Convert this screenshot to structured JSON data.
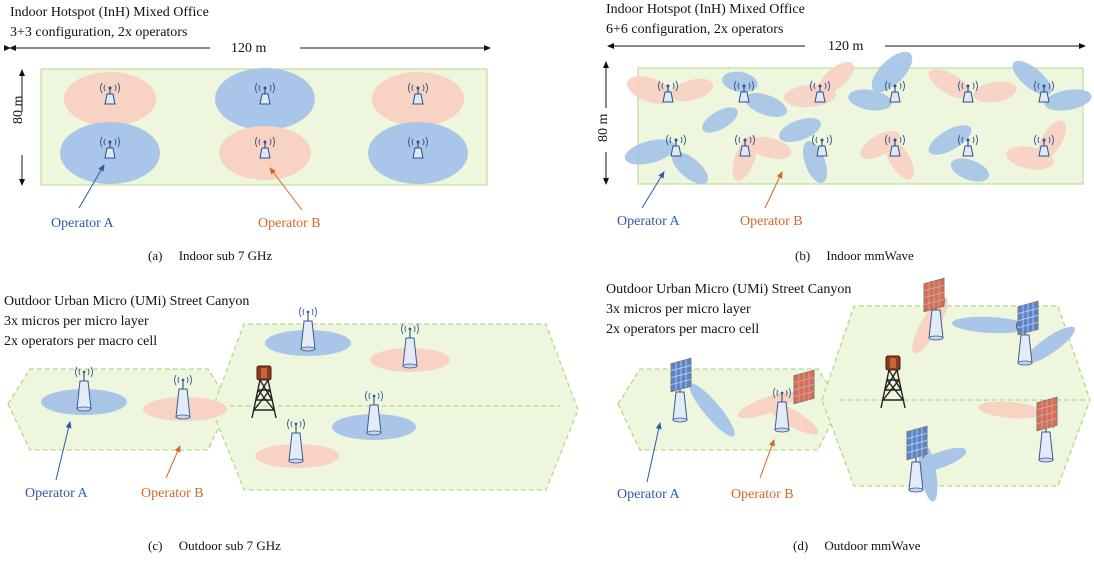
{
  "panel_a": {
    "title_line1": "Indoor Hotspot (InH) Mixed Office",
    "title_line2": "3+3 configuration, 2x operators",
    "width_label": "120 m",
    "height_label": "80 m",
    "operator_a": "Operator A",
    "operator_b": "Operator B",
    "caption_letter": "(a)",
    "caption": "Indoor sub 7 GHz"
  },
  "panel_b": {
    "title_line1": "Indoor Hotspot (InH) Mixed Office",
    "title_line2": "6+6 configuration, 2x operators",
    "width_label": "120 m",
    "height_label": "80 m",
    "operator_a": "Operator A",
    "operator_b": "Operator B",
    "caption_letter": "(b)",
    "caption": "Indoor mmWave"
  },
  "panel_c": {
    "title_line1": "Outdoor Urban Micro (UMi) Street Canyon",
    "title_line2": "3x micros per micro layer",
    "title_line3": "2x operators per macro cell",
    "operator_a": "Operator A",
    "operator_b": "Operator B",
    "caption_letter": "(c)",
    "caption": "Outdoor sub 7 GHz"
  },
  "panel_d": {
    "title_line1": "Outdoor Urban Micro (UMi) Street Canyon",
    "title_line2": "3x micros per micro layer",
    "title_line3": "2x operators per macro cell",
    "operator_a": "Operator A",
    "operator_b": "Operator B",
    "caption_letter": "(d)",
    "caption": "Outdoor mmWave"
  },
  "colors": {
    "room_fill": "#eef7dd",
    "room_border": "#b5d98a",
    "operator_a": "#a9c6e8",
    "operator_b": "#f8d3c4",
    "label_a": "#2e5aa8",
    "label_b": "#d0692a"
  },
  "icons": [
    "antenna-icon",
    "tower-icon",
    "panel-array-icon",
    "arrow-icon"
  ]
}
